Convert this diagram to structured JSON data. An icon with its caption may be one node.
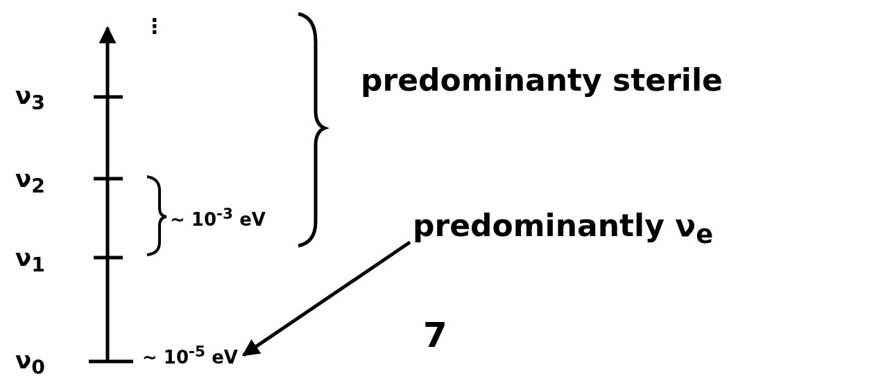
{
  "diagram": {
    "nodes": [
      {
        "text": [
          "predominantly ν$_{e}$"
        ]
      },
      {
        "text": [
          "~ 10$^{-5}$ eV"
        ]
      }
    ],
    "edges": [
      {
        "from": 0,
        "to": 1,
        "arrow": "to"
      }
    ],
    "labels": [
      "⋮",
      "ν$_{3}$",
      "predominanty sterile",
      "ν$_{2}$",
      "~ 10$^{-3}$ eV",
      "ν$_{1}$",
      "ν$_{0}$",
      "7"
    ]
  }
}
